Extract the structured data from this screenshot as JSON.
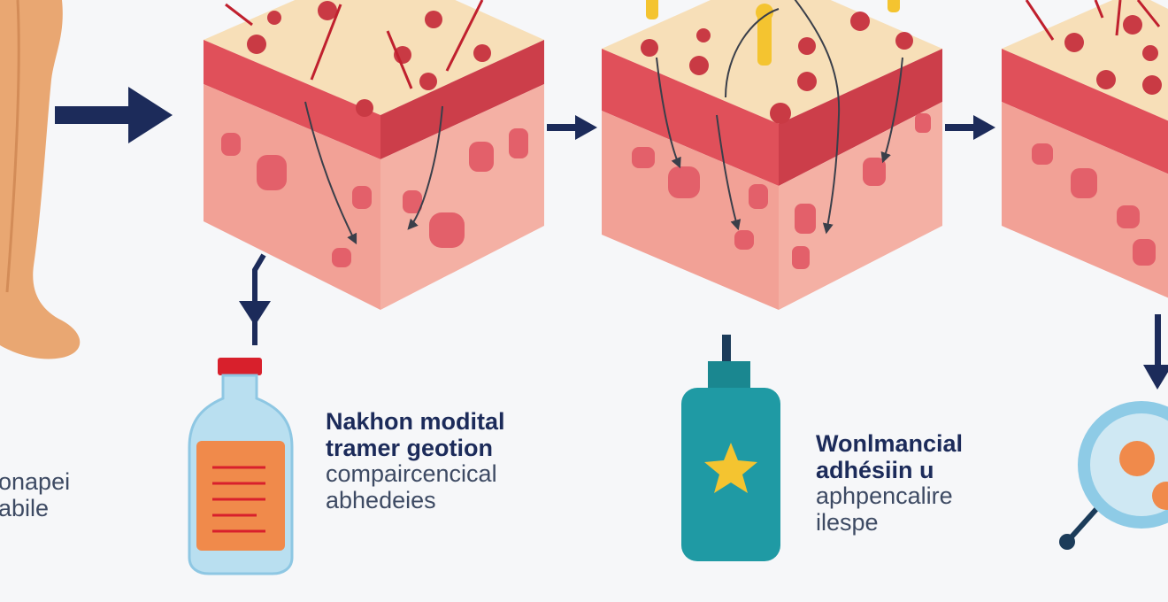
{
  "captions": {
    "left": {
      "lines": [
        "onapei",
        "abile"
      ]
    },
    "middle": {
      "title_lines": [
        "Nakhon modital",
        "tramer geotion"
      ],
      "sub_lines": [
        "compaircencical",
        "abhedeies"
      ]
    },
    "right": {
      "title_lines": [
        "Wonlmancial",
        "adhésiin u"
      ],
      "sub_lines": [
        "aphpencalire",
        "ilespe"
      ]
    }
  },
  "colors": {
    "arrow": "#1c2b5a",
    "skin_top": "#f7dfb8",
    "skin_band": "#e0505a",
    "skin_body": "#f2a196",
    "spot": "#c93a44",
    "bottle_glass": "#b9dff0",
    "bottle_label": "#f08a4b",
    "bottle_cap": "#d8202c",
    "spray_body": "#1f9aa4",
    "star": "#f4c430",
    "lens": "#8ecbe6"
  },
  "icons": [
    "leg-illustration",
    "arrow-right-icon",
    "skin-cube-icon",
    "bottle-icon",
    "spray-bottle-icon",
    "magnifier-icon",
    "star-icon"
  ]
}
